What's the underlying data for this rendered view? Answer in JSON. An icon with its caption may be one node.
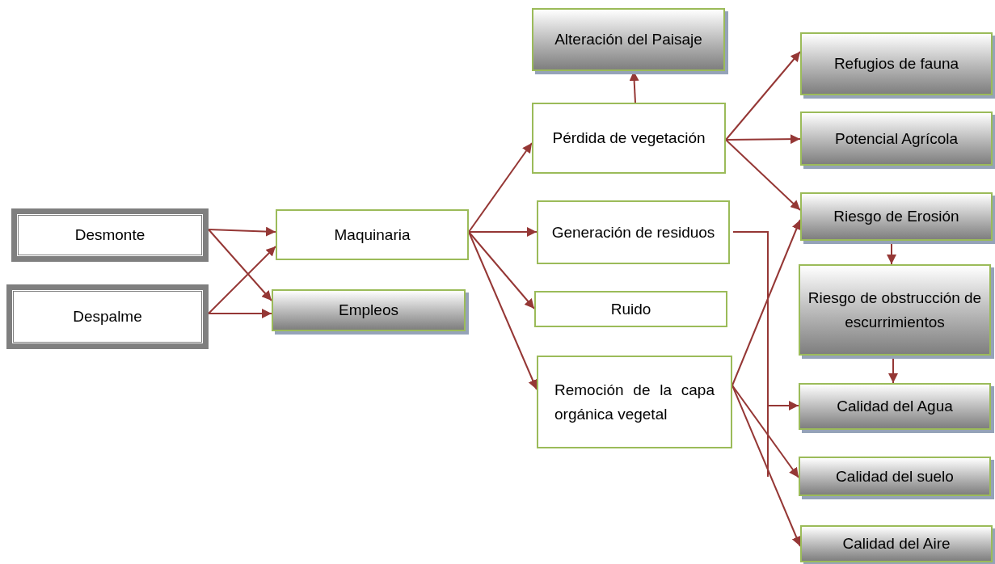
{
  "diagram": {
    "nodes": [
      {
        "text": [
          "Desmonte"
        ]
      },
      {
        "text": [
          "Despalme"
        ]
      },
      {
        "text": [
          "Maquinaria"
        ]
      },
      {
        "text": [
          "Empleos"
        ]
      },
      {
        "text": [
          "Alteración del Paisaje"
        ]
      },
      {
        "text": [
          "Pérdida de vegetación"
        ]
      },
      {
        "text": [
          "Generación de residuos"
        ]
      },
      {
        "text": [
          "Ruido"
        ]
      },
      {
        "text": [
          "Remoción de la capa orgánica vegetal"
        ]
      },
      {
        "text": [
          "Refugios de fauna"
        ]
      },
      {
        "text": [
          "Potencial Agrícola"
        ]
      },
      {
        "text": [
          "Riesgo de Erosión"
        ]
      },
      {
        "text": [
          "Riesgo de obstrucción de escurrimientos"
        ]
      },
      {
        "text": [
          "Calidad del Agua"
        ]
      },
      {
        "text": [
          "Calidad del suelo"
        ]
      },
      {
        "text": [
          "Calidad del Aire"
        ]
      }
    ],
    "edges": [
      {
        "from": 0,
        "to": 2,
        "arrow": "to"
      },
      {
        "from": 0,
        "to": 3,
        "arrow": "to"
      },
      {
        "from": 1,
        "to": 2,
        "arrow": "to"
      },
      {
        "from": 1,
        "to": 3,
        "arrow": "to"
      },
      {
        "from": 2,
        "to": 5,
        "arrow": "to"
      },
      {
        "from": 2,
        "to": 6,
        "arrow": "to"
      },
      {
        "from": 2,
        "to": 7,
        "arrow": "to"
      },
      {
        "from": 2,
        "to": 8,
        "arrow": "to"
      },
      {
        "from": 5,
        "to": 4,
        "arrow": "to"
      },
      {
        "from": 5,
        "to": 9,
        "arrow": "to"
      },
      {
        "from": 5,
        "to": 10,
        "arrow": "to"
      },
      {
        "from": 5,
        "to": 11,
        "arrow": "to"
      },
      {
        "from": 8,
        "to": 11,
        "arrow": "to"
      },
      {
        "from": 11,
        "to": 12,
        "arrow": "to"
      },
      {
        "from": 12,
        "to": 13,
        "arrow": "to"
      },
      {
        "from": 6,
        "to": 13,
        "arrow": "to"
      },
      {
        "from": 8,
        "to": 14,
        "arrow": "to"
      },
      {
        "from": 8,
        "to": 15,
        "arrow": "to"
      }
    ]
  }
}
